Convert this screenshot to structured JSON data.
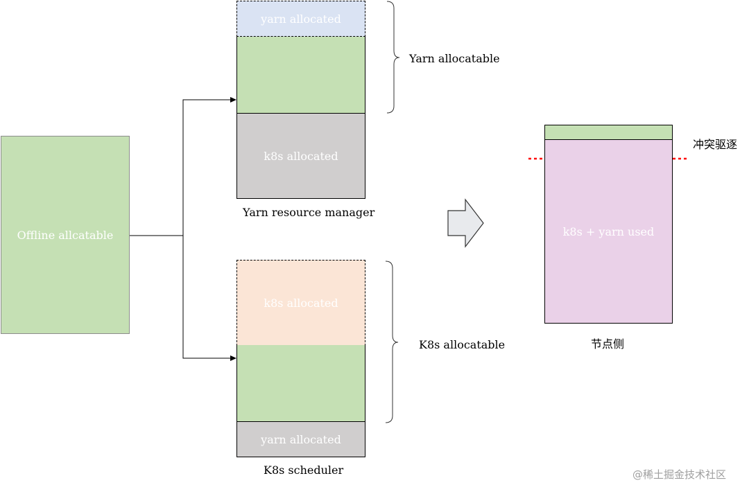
{
  "offline": {
    "label": "Offline allcatable"
  },
  "yarn_rm": {
    "yarn_allocated": "yarn allocated",
    "k8s_allocated": "k8s allocated",
    "brace_label": "Yarn allocatable",
    "caption": "Yarn resource manager"
  },
  "k8s_sched": {
    "k8s_allocated": "k8s allocated",
    "yarn_allocated": "yarn allocated",
    "brace_label": "K8s allocatable",
    "caption": "K8s scheduler"
  },
  "node": {
    "used_label": "k8s + yarn used",
    "eviction_label": "冲突驱逐",
    "caption": "节点侧"
  },
  "watermark": "@稀土掘金技术社区",
  "colors": {
    "green": "#c5e0b4",
    "gray": "#d0cece",
    "light_blue": "#dae3f3",
    "light_orange": "#fbe5d6",
    "pink": "#ead1e8",
    "red_dotted": "#ff0000"
  }
}
